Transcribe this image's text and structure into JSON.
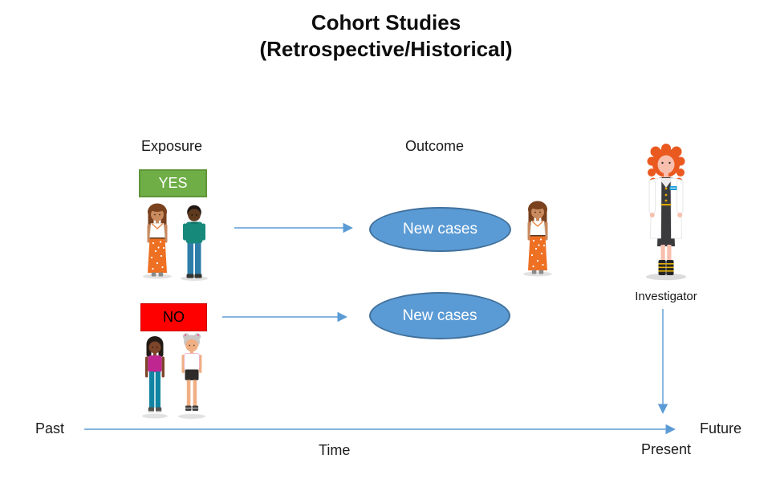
{
  "title": {
    "line1": "Cohort Studies",
    "line2": "(Retrospective/Historical)"
  },
  "headers": {
    "exposure": "Exposure",
    "outcome": "Outcome"
  },
  "exposure_groups": [
    {
      "label": "YES",
      "fill": "#6FAE47",
      "border": "#5E9638",
      "text_color": "#FFFFFF",
      "figures": [
        "woman-orange-skirt",
        "man-teal-sweater"
      ]
    },
    {
      "label": "NO",
      "fill": "#FE0000",
      "border": "#C90000",
      "text_color": "#000000",
      "figures": [
        "woman-pink-top",
        "elderly-woman-shorts"
      ]
    }
  ],
  "outcome_ellipses": [
    {
      "label": "New cases",
      "fill": "#5B9BD5",
      "border": "#41719C"
    },
    {
      "label": "New cases",
      "fill": "#5B9BD5",
      "border": "#41719C"
    }
  ],
  "outcome_figure": "woman-orange-skirt",
  "investigator": {
    "label": "Investigator",
    "figure": "investigator-woman-lab-coat"
  },
  "timeline": {
    "past": "Past",
    "time": "Time",
    "present": "Present",
    "future": "Future"
  },
  "arrow_color": "#5B9BD5"
}
